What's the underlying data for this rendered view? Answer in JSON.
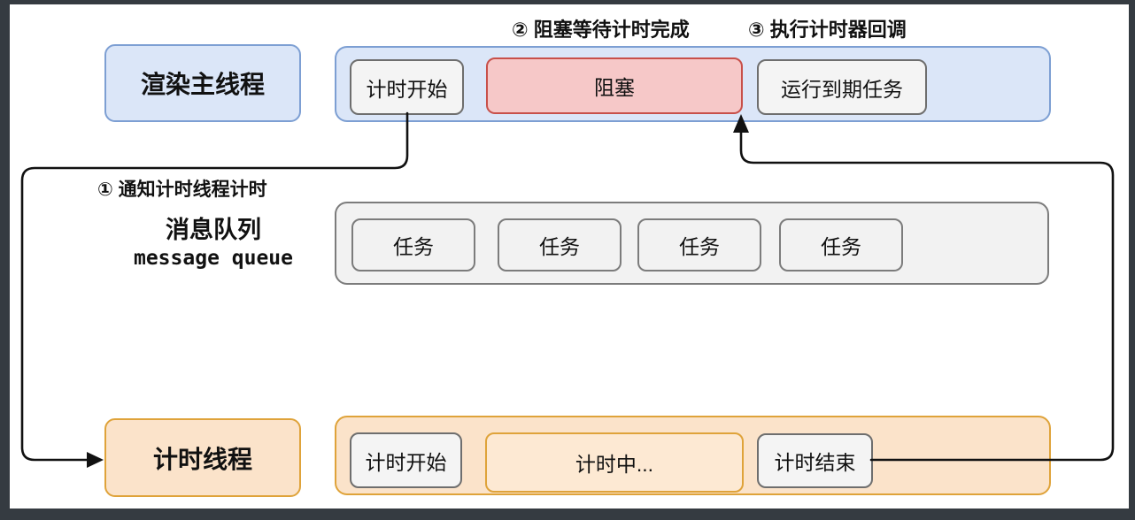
{
  "colors": {
    "frame": "#353b41",
    "canvas": "#ffffff",
    "blue_fill": "#dbe6f8",
    "blue_border": "#7d9fd3",
    "red_fill": "#f6c8c8",
    "red_border": "#c8504a",
    "gray_fill": "#f4f4f4",
    "gray_border": "#6e6e6e",
    "queue_fill": "#f2f2f2",
    "queue_border": "#7c7c7c",
    "orange_fill": "#fbe3ca",
    "orange_fill_light": "#fde9d3",
    "orange_border": "#dfa33a",
    "arrow": "#111111",
    "text": "#111111"
  },
  "annotations": {
    "step1": "① 通知计时线程计时",
    "step2": "② 阻塞等待计时完成",
    "step3": "③ 执行计时器回调"
  },
  "main_thread": {
    "label": "渲染主线程",
    "timeline": {
      "start": "计时开始",
      "blocked": "阻塞",
      "run_expired": "运行到期任务"
    }
  },
  "message_queue": {
    "label_zh": "消息队列",
    "label_en": "message queue",
    "tasks": [
      "任务",
      "任务",
      "任务",
      "任务"
    ]
  },
  "timer_thread": {
    "label": "计时线程",
    "timeline": {
      "start": "计时开始",
      "timing": "计时中...",
      "end": "计时结束"
    }
  }
}
